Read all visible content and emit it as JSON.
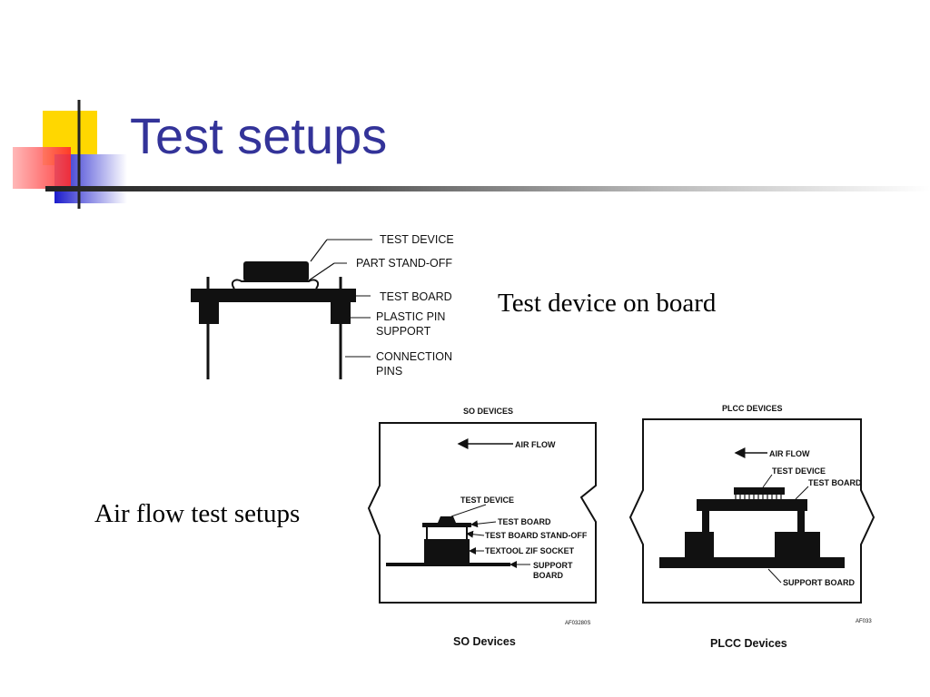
{
  "slide": {
    "title": "Test setups",
    "captions": {
      "board": "Test device on board",
      "airflow": "Air flow test setups"
    }
  },
  "figure_top": {
    "labels": {
      "test_device": "TEST DEVICE",
      "part_standoff": "PART STAND-OFF",
      "test_board": "TEST BOARD",
      "plastic_pin_1": "PLASTIC PIN",
      "plastic_pin_2": "SUPPORT",
      "connection_1": "CONNECTION",
      "connection_2": "PINS"
    }
  },
  "figure_so": {
    "header": "SO DEVICES",
    "air_flow": "AIR FLOW",
    "test_device": "TEST DEVICE",
    "test_board": "TEST BOARD",
    "standoff": "TEST BOARD STAND-OFF",
    "zif": "TEXTOOL ZIF SOCKET",
    "support_1": "SUPPORT",
    "support_2": "BOARD",
    "code": "AF03280S",
    "caption": "SO  Devices"
  },
  "figure_plcc": {
    "header": "PLCC DEVICES",
    "air_flow": "AIR FLOW",
    "test_device": "TEST DEVICE",
    "test_board": "TEST BOARD",
    "support": "SUPPORT BOARD",
    "code": "AF033",
    "caption": "PLCC  Devices"
  }
}
